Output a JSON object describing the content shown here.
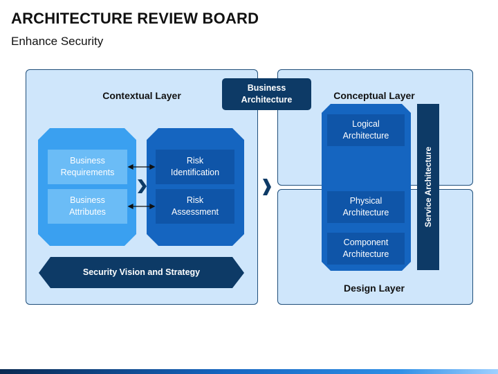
{
  "title": "ARCHITECTURE REVIEW BOARD",
  "subtitle": "Enhance Security",
  "contextual_layer": {
    "label": "Contextual Layer",
    "left_group": [
      "Business\nRequirements",
      "Business\nAttributes"
    ],
    "right_group": [
      "Risk\nIdentification",
      "Risk\nAssessment"
    ],
    "banner": "Security Vision and Strategy"
  },
  "business_architecture": "Business\nArchitecture",
  "conceptual_layer": {
    "label": "Conceptual Layer",
    "logical": "Logical\nArchitecture"
  },
  "design_layer": {
    "label": "Design Layer",
    "physical": "Physical\nArchitecture",
    "component": "Component\nArchitecture"
  },
  "service_architecture": "Service Architecture",
  "colors": {
    "dark_navy": "#0d3a66",
    "medium_blue": "#1565c0",
    "light_blue": "#3aa0f0",
    "panel_bg": "#cfe6fb"
  }
}
